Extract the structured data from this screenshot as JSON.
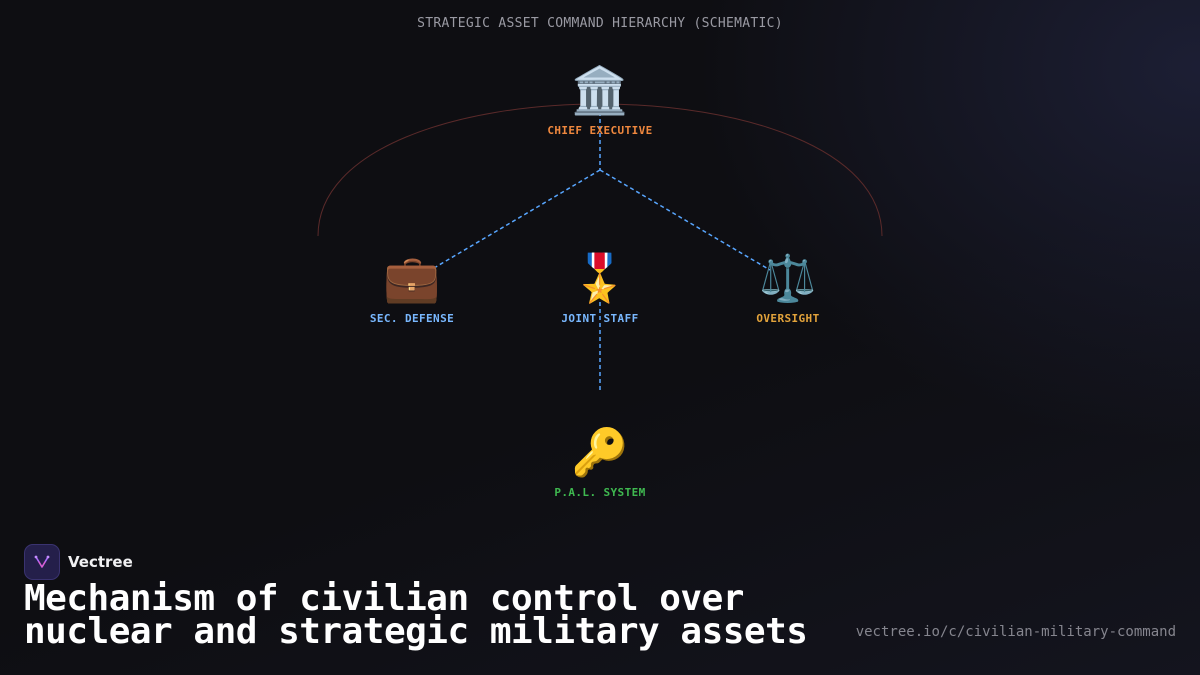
{
  "diagram": {
    "title": "STRATEGIC ASSET COMMAND HIERARCHY (SCHEMATIC)",
    "nodes": [
      {
        "id": "chief",
        "icon": "classical-building-icon",
        "glyph": "🏛️",
        "label": "CHIEF EXECUTIVE",
        "color": "#f0883e"
      },
      {
        "id": "secdef",
        "icon": "briefcase-icon",
        "glyph": "💼",
        "label": "SEC. DEFENSE",
        "color": "#79b8ff"
      },
      {
        "id": "joint",
        "icon": "military-medal-icon",
        "glyph": "🎖️",
        "label": "JOINT STAFF",
        "color": "#79b8ff"
      },
      {
        "id": "oversight",
        "icon": "balance-scale-icon",
        "glyph": "⚖️",
        "label": "OVERSIGHT",
        "color": "#e3a33b"
      },
      {
        "id": "pal",
        "icon": "key-icon",
        "glyph": "🔑",
        "label": "P.A.L. SYSTEM",
        "color": "#3fb950"
      }
    ],
    "colors": {
      "connector": "#58a6ff",
      "arc": "#5a2a2a"
    }
  },
  "brand": {
    "name": "Vectree",
    "logo_icon": "vectree-logo-icon"
  },
  "headline": "Mechanism of civilian control over nuclear and strategic military assets",
  "source_url": "vectree.io/c/civilian-military-command"
}
